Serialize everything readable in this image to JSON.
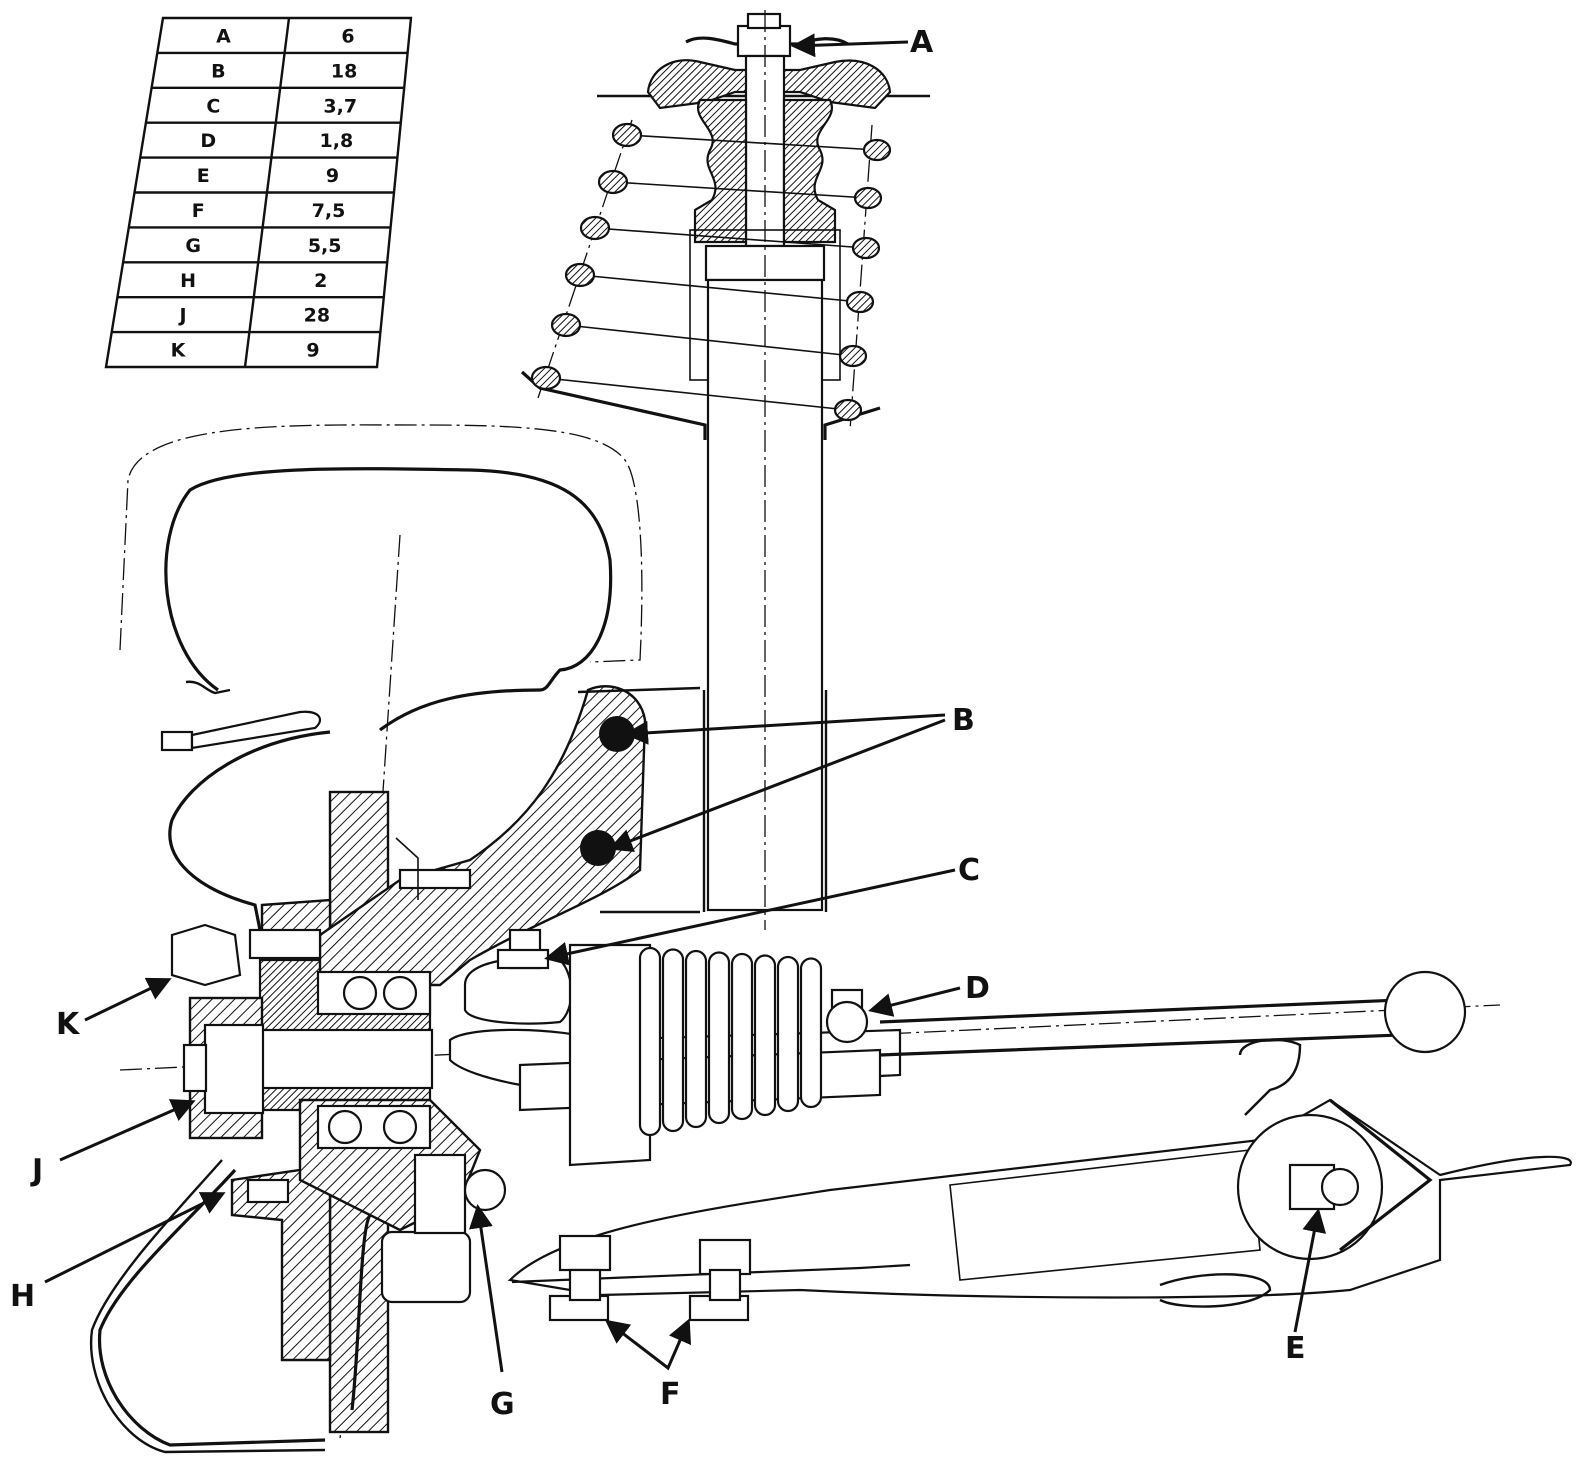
{
  "torque_table": {
    "rows": [
      {
        "label": "A",
        "value": "6"
      },
      {
        "label": "B",
        "value": "18"
      },
      {
        "label": "C",
        "value": "3,7"
      },
      {
        "label": "D",
        "value": "1,8"
      },
      {
        "label": "E",
        "value": "9"
      },
      {
        "label": "F",
        "value": "7,5"
      },
      {
        "label": "G",
        "value": "5,5"
      },
      {
        "label": "H",
        "value": "2"
      },
      {
        "label": "J",
        "value": "28"
      },
      {
        "label": "K",
        "value": "9"
      }
    ]
  },
  "callouts": {
    "A": "A",
    "B": "B",
    "C": "C",
    "D": "D",
    "E": "E",
    "F": "F",
    "G": "G",
    "H": "H",
    "J": "J",
    "K": "K"
  }
}
